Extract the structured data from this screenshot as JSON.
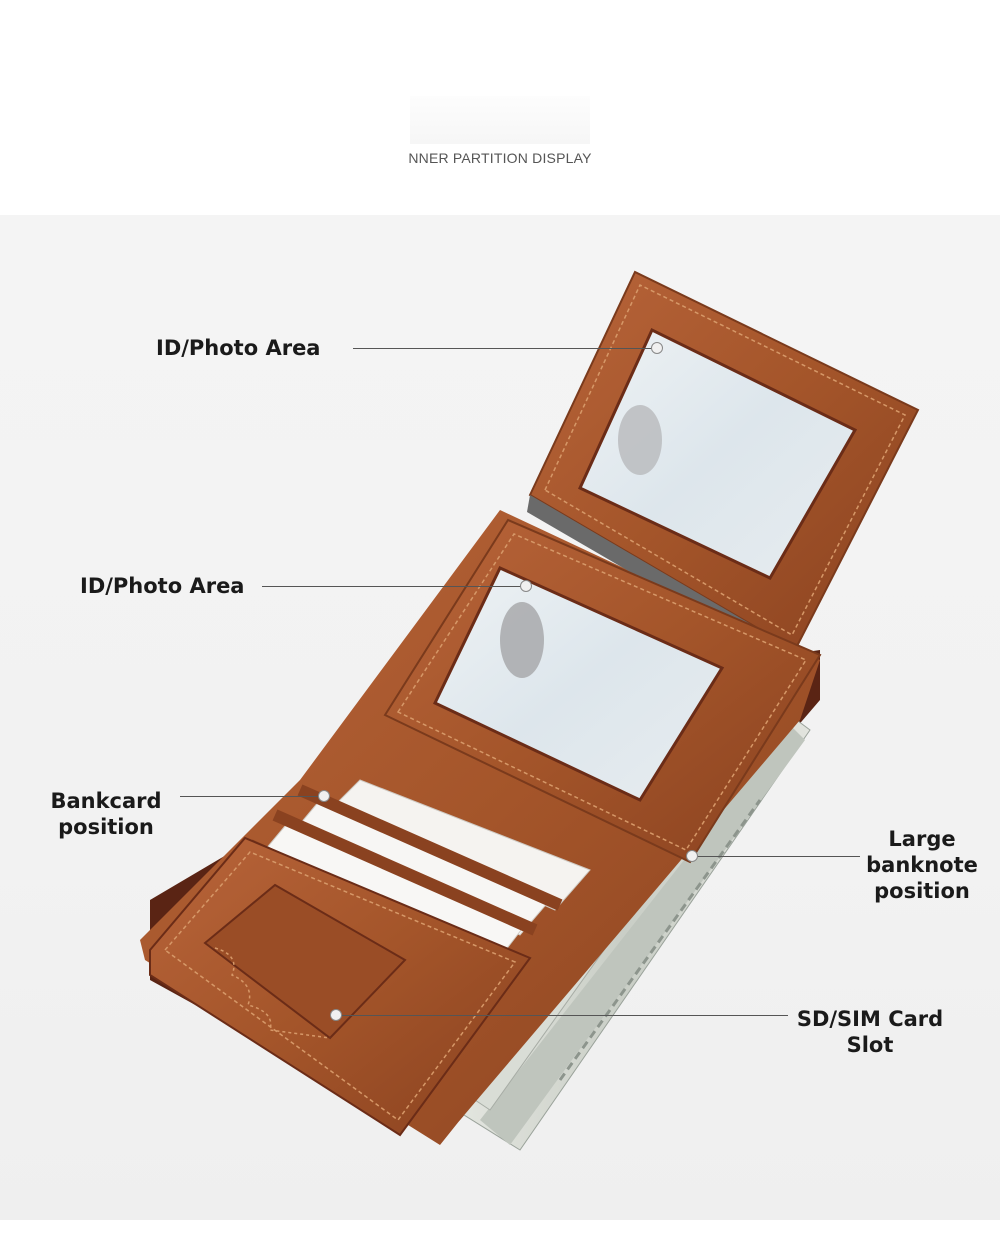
{
  "header": {
    "title": "NNER PARTITION DISPLAY"
  },
  "callouts": {
    "id_photo_top": "ID/Photo Area",
    "id_photo_middle": "ID/Photo Area",
    "bankcard": [
      "Bankcard",
      "position"
    ],
    "banknote": [
      "Large",
      "banknote",
      "position"
    ],
    "sd_sim": [
      "SD/SIM Card",
      "Slot"
    ]
  },
  "colors": {
    "leather": "#a4552a",
    "leather_dark": "#6b2c17",
    "stitch": "#d69868",
    "window": "#dfe6ea",
    "banknote": "#d8dcd6"
  },
  "icons": {
    "callout_marker": "circle-dot-icon",
    "wallet": "trifold-wallet-image"
  }
}
